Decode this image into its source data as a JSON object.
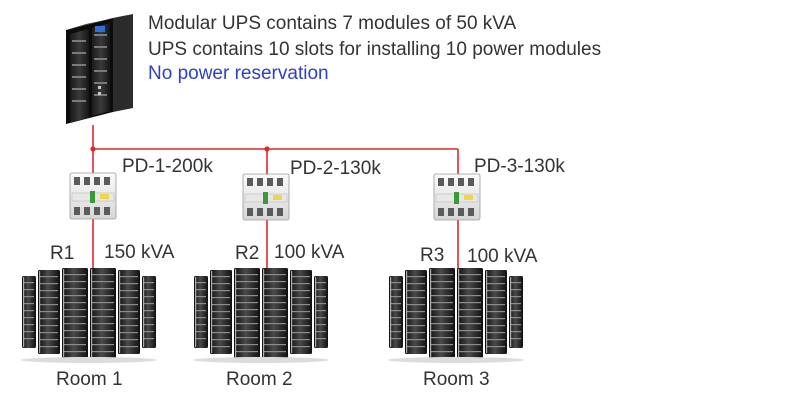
{
  "description": {
    "line1": "Modular UPS contains 7 modules of 50 kVA",
    "line2": "UPS contains 10 slots for installing 10 power modules",
    "line3": "No power reservation",
    "line3_color": "#2d3fc7"
  },
  "wire_color": "#e0282c",
  "distribution": [
    {
      "breaker": "PD-1-200k",
      "rack": "R1",
      "power": "150 kVA",
      "room": "Room 1"
    },
    {
      "breaker": "PD-2-130k",
      "rack": "R2",
      "power": "100 kVA",
      "room": "Room 2"
    },
    {
      "breaker": "PD-3-130k",
      "rack": "R3",
      "power": "100 kVA",
      "room": "Room 3"
    }
  ]
}
